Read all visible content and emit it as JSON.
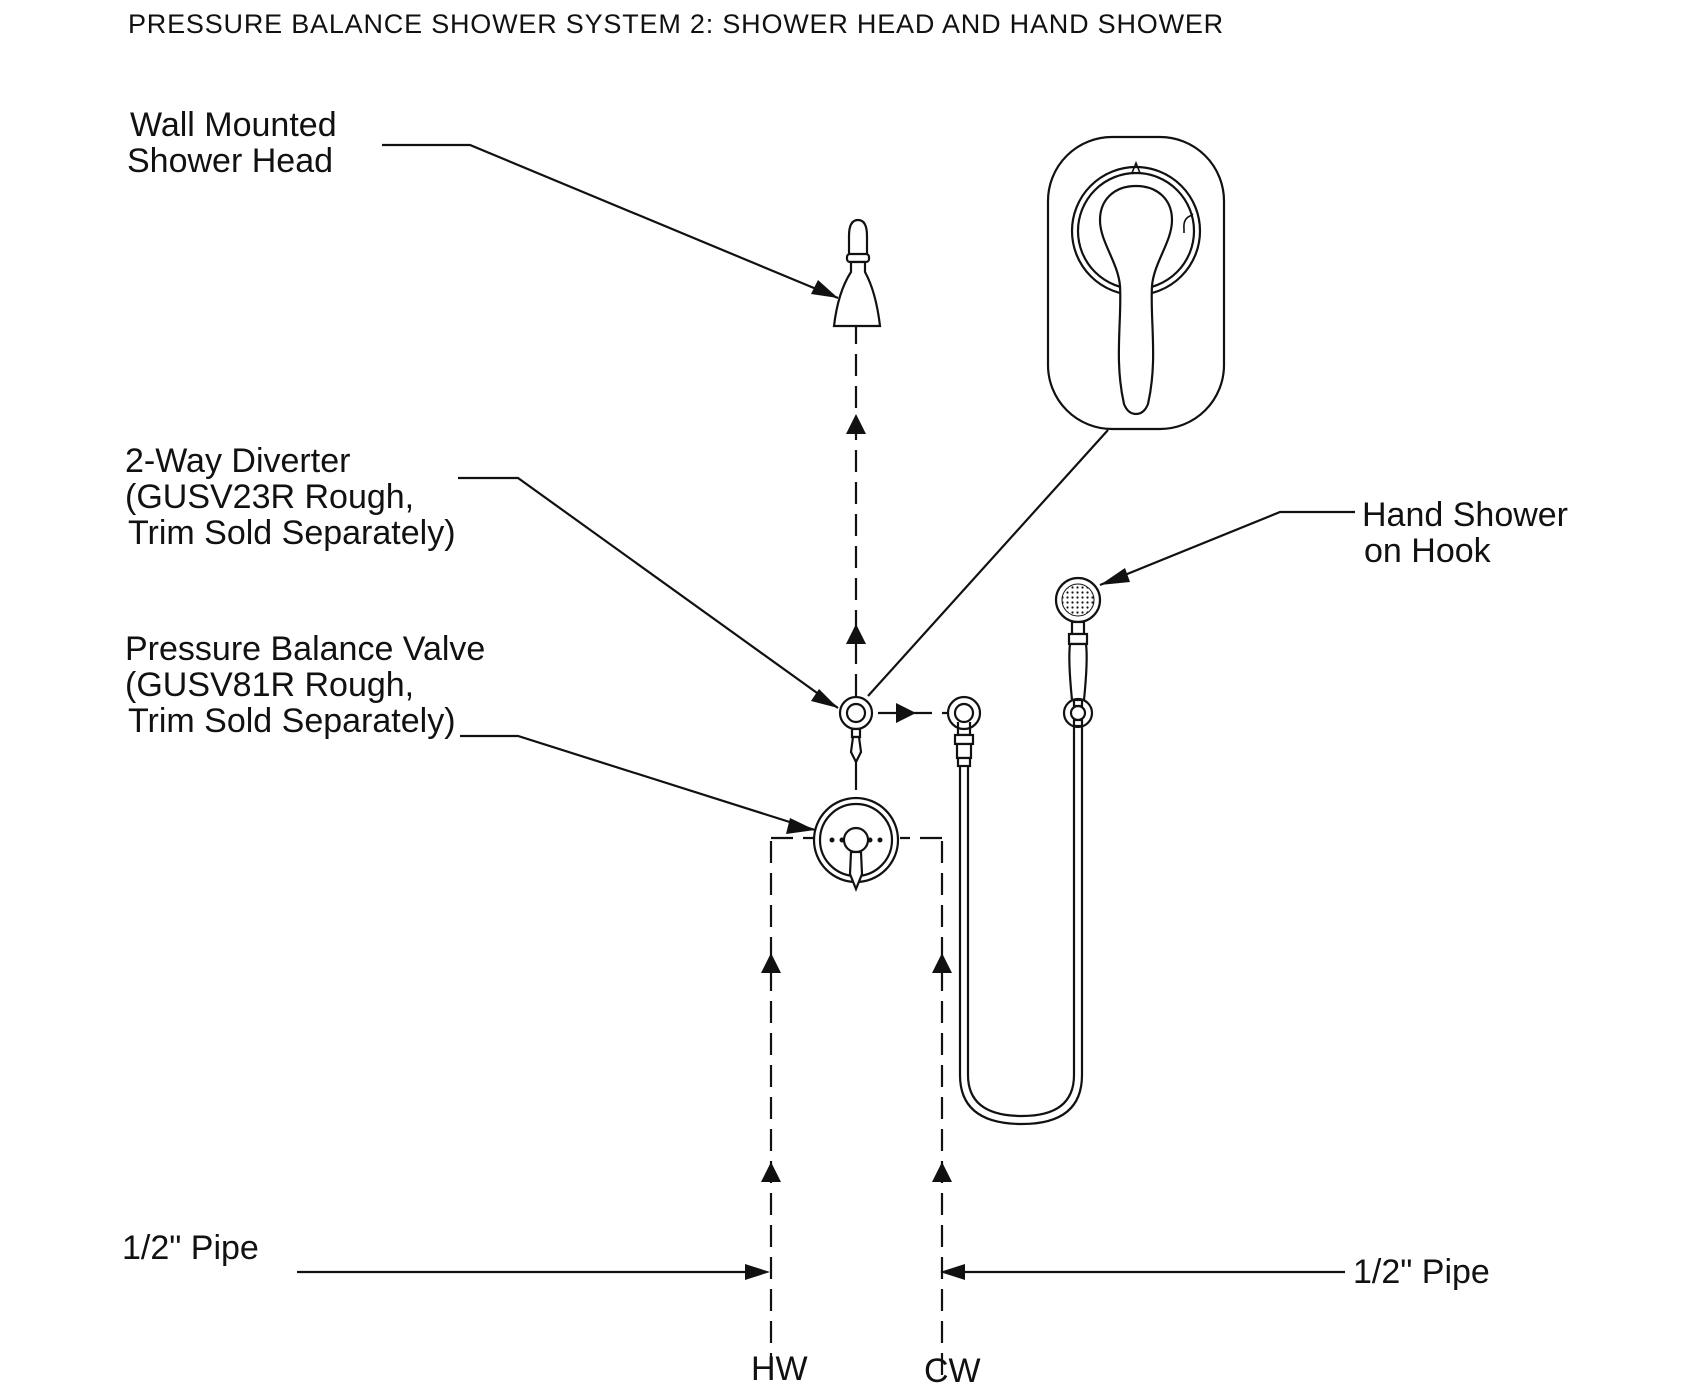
{
  "title": "PRESSURE BALANCE SHOWER SYSTEM 2: SHOWER HEAD AND HAND SHOWER",
  "labels": {
    "shower_head": [
      "Wall Mounted",
      "Shower Head"
    ],
    "diverter": [
      "2-Way Diverter",
      "(GUSV23R Rough,",
      "Trim Sold Separately)"
    ],
    "valve": [
      "Pressure Balance Valve",
      "(GUSV81R Rough,",
      "Trim Sold Separately)"
    ],
    "hand_shower": [
      "Hand Shower",
      "on Hook"
    ],
    "pipe_left": "1/2\" Pipe",
    "pipe_right": "1/2\" Pipe",
    "hot_water": "HW",
    "cold_water": "CW"
  },
  "colors": {
    "line": "#111111",
    "background": "#ffffff"
  },
  "icons": [
    "shower-head-icon",
    "diverter-icon",
    "valve-trim-icon",
    "hand-shower-icon",
    "trim-plate-detail-icon"
  ]
}
